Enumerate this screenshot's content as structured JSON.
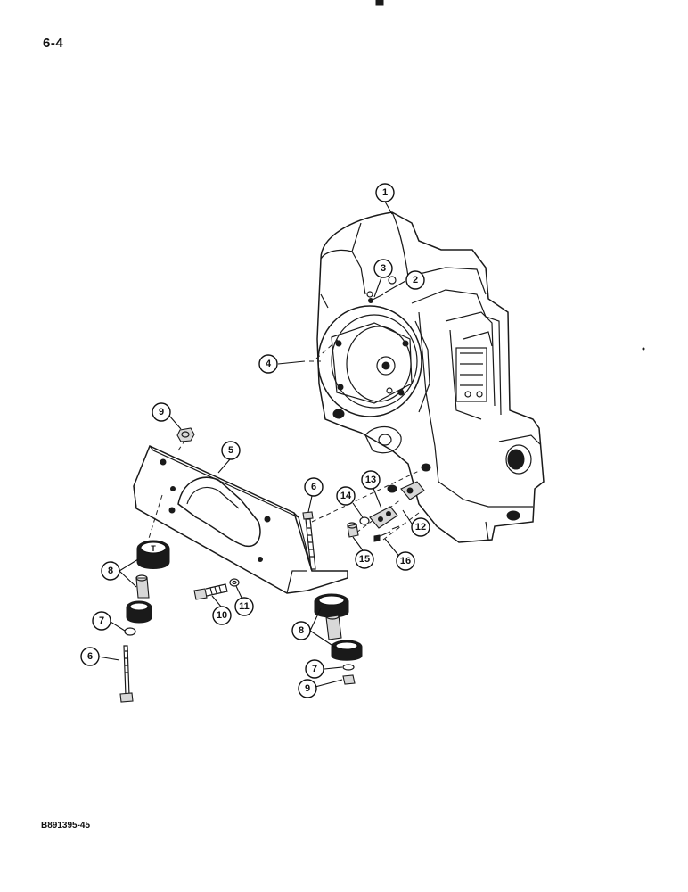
{
  "page": {
    "page_number": "6-4",
    "footer_code": "B891395-45"
  },
  "callouts": [
    {
      "id": "c1",
      "label": "1"
    },
    {
      "id": "c2",
      "label": "2"
    },
    {
      "id": "c3",
      "label": "3"
    },
    {
      "id": "c4",
      "label": "4"
    },
    {
      "id": "c5",
      "label": "5"
    },
    {
      "id": "c6a",
      "label": "6"
    },
    {
      "id": "c6b",
      "label": "6"
    },
    {
      "id": "c7a",
      "label": "7"
    },
    {
      "id": "c7b",
      "label": "7"
    },
    {
      "id": "c8a",
      "label": "8"
    },
    {
      "id": "c8b",
      "label": "8"
    },
    {
      "id": "c9a",
      "label": "9"
    },
    {
      "id": "c9b",
      "label": "9"
    },
    {
      "id": "c10",
      "label": "10"
    },
    {
      "id": "c11",
      "label": "11"
    },
    {
      "id": "c12",
      "label": "12"
    },
    {
      "id": "c13",
      "label": "13"
    },
    {
      "id": "c14",
      "label": "14"
    },
    {
      "id": "c15",
      "label": "15"
    },
    {
      "id": "c16",
      "label": "16"
    }
  ]
}
